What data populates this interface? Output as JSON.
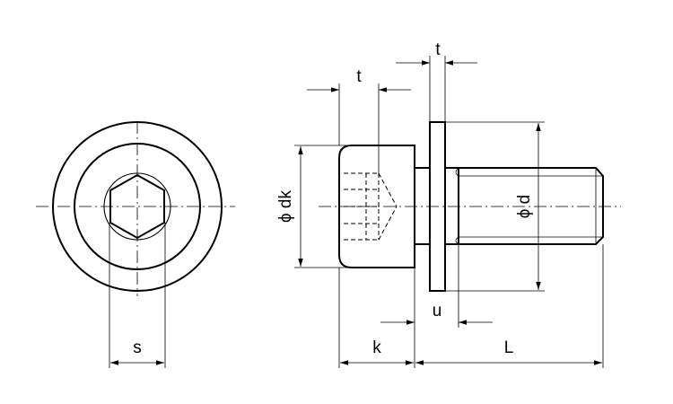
{
  "labels": {
    "s": "s",
    "t_head": "t",
    "t_washer": "t",
    "dk": "ϕ dk",
    "d": "ϕ d",
    "u": "u",
    "k": "k",
    "L": "L"
  },
  "colors": {
    "line": "#000000",
    "background": "#ffffff"
  }
}
